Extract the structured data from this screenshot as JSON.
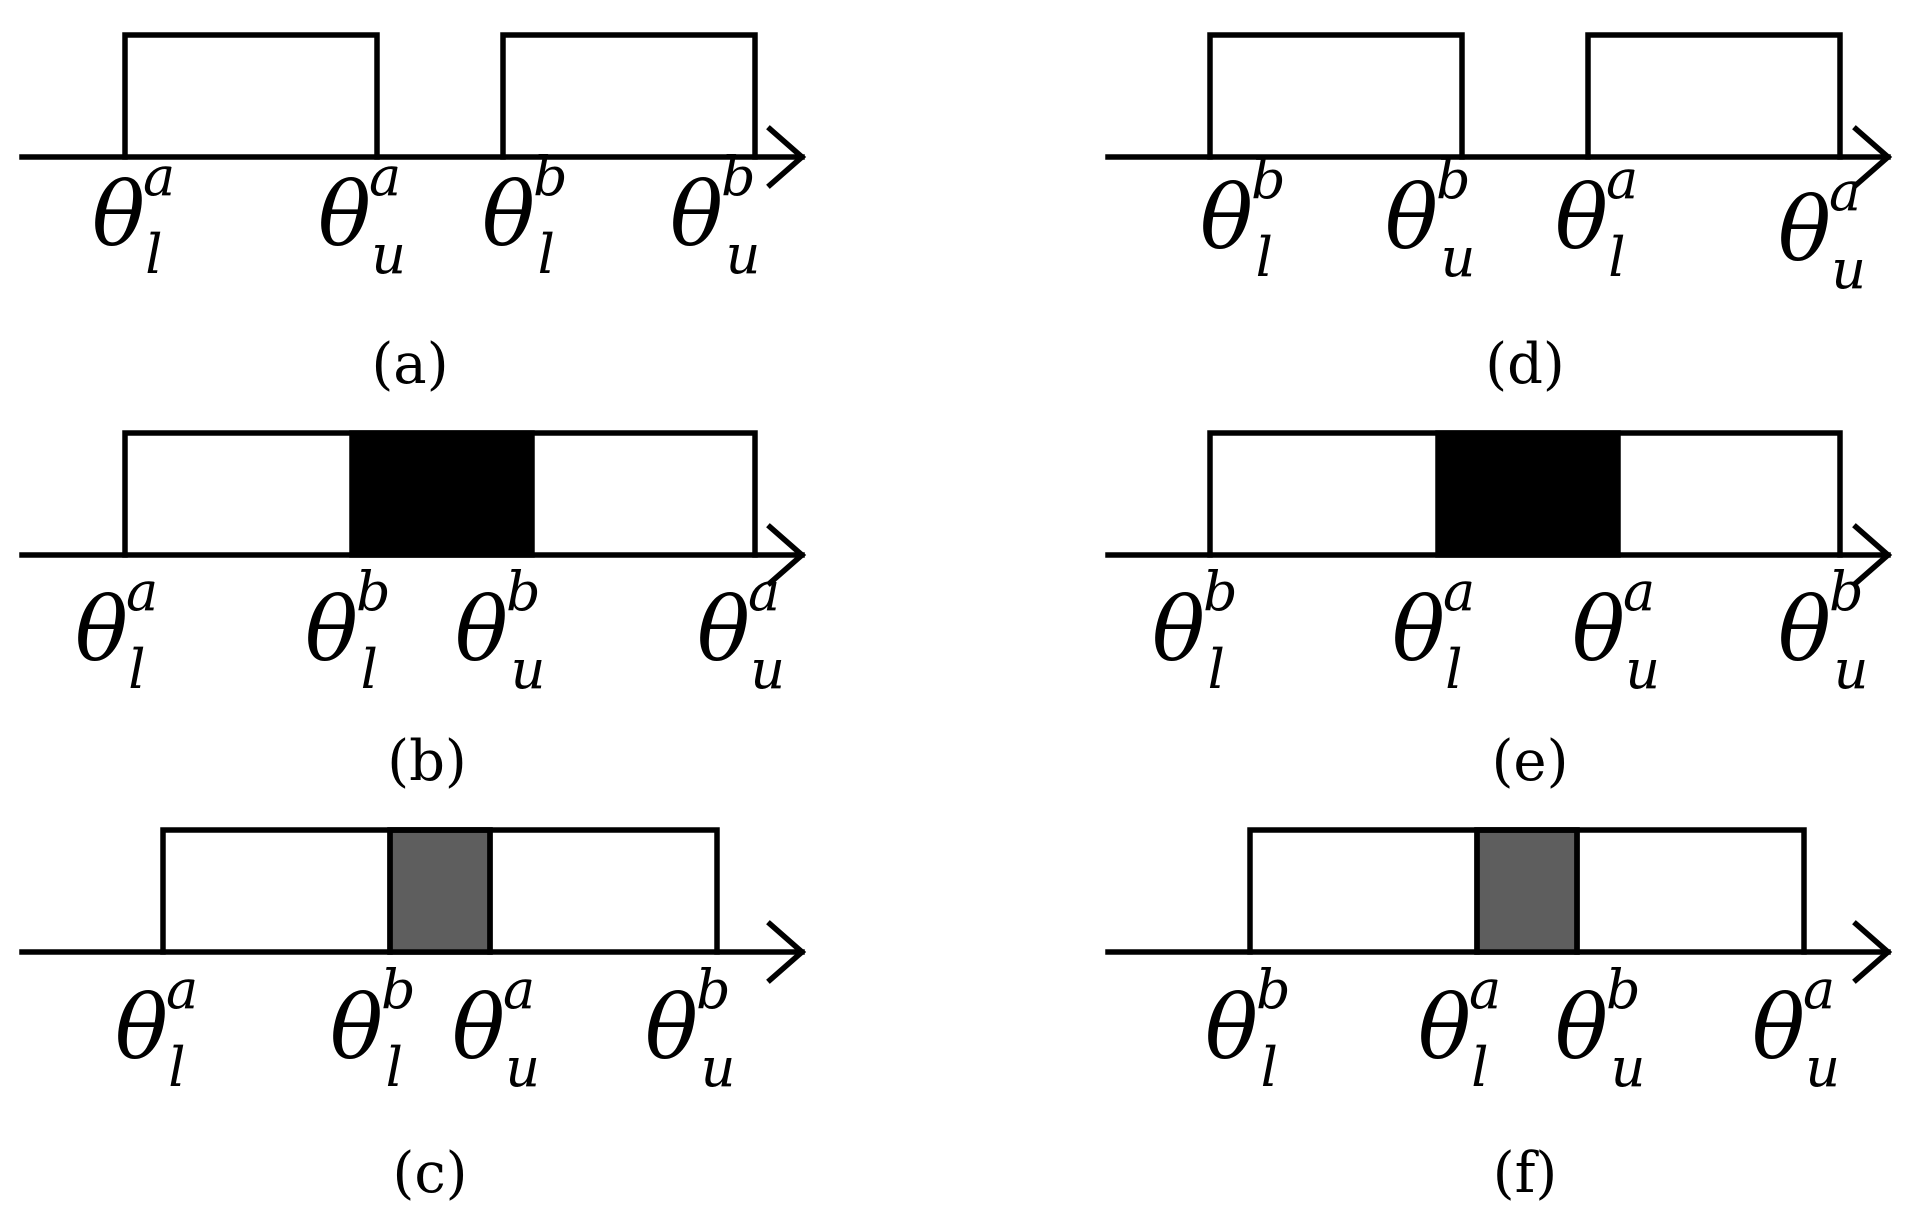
{
  "panels": [
    {
      "caption": "(a)",
      "labels": [
        {
          "sym": "θ",
          "sub": "l",
          "sup": "a"
        },
        {
          "sym": "θ",
          "sub": "u",
          "sup": "a"
        },
        {
          "sym": "θ",
          "sub": "l",
          "sup": "b"
        },
        {
          "sym": "θ",
          "sub": "u",
          "sup": "b"
        }
      ],
      "overlap": "none"
    },
    {
      "caption": "(b)",
      "labels": [
        {
          "sym": "θ",
          "sub": "l",
          "sup": "a"
        },
        {
          "sym": "θ",
          "sub": "l",
          "sup": "b"
        },
        {
          "sym": "θ",
          "sub": "u",
          "sup": "b"
        },
        {
          "sym": "θ",
          "sub": "u",
          "sup": "a"
        }
      ],
      "overlap": "black"
    },
    {
      "caption": "(c)",
      "labels": [
        {
          "sym": "θ",
          "sub": "l",
          "sup": "a"
        },
        {
          "sym": "θ",
          "sub": "l",
          "sup": "b"
        },
        {
          "sym": "θ",
          "sub": "u",
          "sup": "a"
        },
        {
          "sym": "θ",
          "sub": "u",
          "sup": "b"
        }
      ],
      "overlap": "gray"
    },
    {
      "caption": "(d)",
      "labels": [
        {
          "sym": "θ",
          "sub": "l",
          "sup": "b"
        },
        {
          "sym": "θ",
          "sub": "u",
          "sup": "b"
        },
        {
          "sym": "θ",
          "sub": "l",
          "sup": "a"
        },
        {
          "sym": "θ",
          "sub": "u",
          "sup": "a"
        }
      ],
      "overlap": "none"
    },
    {
      "caption": "(e)",
      "labels": [
        {
          "sym": "θ",
          "sub": "l",
          "sup": "b"
        },
        {
          "sym": "θ",
          "sub": "l",
          "sup": "a"
        },
        {
          "sym": "θ",
          "sub": "u",
          "sup": "a"
        },
        {
          "sym": "θ",
          "sub": "u",
          "sup": "b"
        }
      ],
      "overlap": "black"
    },
    {
      "caption": "(f)",
      "labels": [
        {
          "sym": "θ",
          "sub": "l",
          "sup": "b"
        },
        {
          "sym": "θ",
          "sub": "l",
          "sup": "a"
        },
        {
          "sym": "θ",
          "sub": "u",
          "sup": "b"
        },
        {
          "sym": "θ",
          "sub": "u",
          "sup": "a"
        }
      ],
      "overlap": "gray"
    }
  ],
  "colors": {
    "line": "#000000",
    "overlap_black": "#000000",
    "overlap_gray": "#5e5e5e",
    "background": "#ffffff"
  }
}
